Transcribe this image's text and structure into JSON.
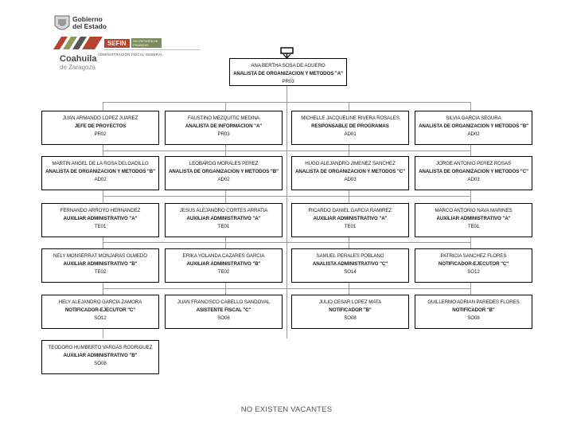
{
  "header": {
    "gov_line1": "Gobierno",
    "gov_line2": "del Estado",
    "sefin_label": "SEFIN",
    "sefin_sub": "SECRETARÍA DE FINANZAS",
    "admin_label": "ADMINISTRACIÓN FISCAL GENERAL",
    "state_name": "Coahuila",
    "state_sub": "de Zaragoza",
    "colors": {
      "red": "#b5452f",
      "olive": "#7a8a5a",
      "gray": "#4a4a4a"
    }
  },
  "root": {
    "name": "ANA BERTHA SOSA DE AGUERO",
    "role": "ANALISTA DE ORGANIZACION Y METODOS \"A\"",
    "code": "PR03"
  },
  "rows": [
    [
      {
        "name": "JUAN ARMANDO LOPEZ JUAREZ",
        "role": "JEFE DE PROYECTOS",
        "code": "PR02"
      },
      {
        "name": "FAUSTINO MEZQUITIC MEDINA",
        "role": "ANALISTA DE INFORMACION \"A\"",
        "code": "PR03"
      },
      {
        "name": "MICHELLE JACQUELINE RIVERA ROSALES",
        "role": "RESPONSABLE DE PROGRAMAS",
        "code": "AD01"
      },
      {
        "name": "SILVIA GARCIA SEGURA",
        "role": "ANALISTA DE ORGANIZACION Y METODOS \"B\"",
        "code": "AD02"
      }
    ],
    [
      {
        "name": "MARTIN ANGEL DE LA ROSA DELGADILLO",
        "role": "ANALISTA DE ORGANIZACION Y METODOS \"B\"",
        "code": "AD02"
      },
      {
        "name": "LEOBARDO MORALES PEREZ",
        "role": "ANALISTA DE ORGANIZACION Y METODOS \"B\"",
        "code": "AD02"
      },
      {
        "name": "HUGO ALEJANDRO JIMENEZ SANCHEZ",
        "role": "ANALISTA DE ORGANIZACION Y METODOS \"C\"",
        "code": "AD03"
      },
      {
        "name": "JORGE ANTONIO PEREZ ROSAS",
        "role": "ANALISTA DE ORGANIZACION Y METODOS \"C\"",
        "code": "AD03"
      }
    ],
    [
      {
        "name": "FERNANDO ARROYO HERNANDEZ",
        "role": "AUXILIAR ADMINISTRATIVO \"A\"",
        "code": "TE01"
      },
      {
        "name": "JESUS ALEJANDRO CORTES ARRATIA",
        "role": "AUXILIAR ADMINISTRATIVO \"A\"",
        "code": "TE01"
      },
      {
        "name": "RICARDO DANIEL GARCIA RAMIREZ",
        "role": "AUXILIAR ADMINISTRATIVO \"A\"",
        "code": "TE01"
      },
      {
        "name": "MARCO ANTONIO NAVA MARINES",
        "role": "AUXILIAR ADMINISTRATIVO \"A\"",
        "code": "TE01"
      }
    ],
    [
      {
        "name": "NELY MONSERRAT MONJARAS OLMEDO",
        "role": "AUXILIAR ADMINISTRATIVO \"B\"",
        "code": "TE02"
      },
      {
        "name": "ERIKA YOLANDA CAZARES GARCIA",
        "role": "AUXILIAR ADMINISTRATIVO \"B\"",
        "code": "TE02"
      },
      {
        "name": "SAMUEL PERALES POBLANO",
        "role": "ANALISTA ADMINISTRATIVO \"C\"",
        "code": "SO14"
      },
      {
        "name": "PATRICIA SANCHEZ FLORES",
        "role": "NOTIFICADOR-EJECUTOR \"C\"",
        "code": "SO12"
      }
    ],
    [
      {
        "name": "HELY ALEJANDRO GARCIA ZAMORA",
        "role": "NOTIFICADOR-EJECUTOR \"C\"",
        "code": "SO12"
      },
      {
        "name": "JUAN FRANCISCO CABELLO SANDOVAL",
        "role": "ASISTENTE FISCAL \"C\"",
        "code": "SO08"
      },
      {
        "name": "JULIO CESAR LOPEZ MATA",
        "role": "NOTIFICADOR \"B\"",
        "code": "SO08"
      },
      {
        "name": "GUILLERMO ADRIAN PAREDES FLORES",
        "role": "NOTIFICADOR \"B\"",
        "code": "SO08"
      }
    ],
    [
      {
        "name": "TEODORO HUMBERTO VARGAS RODRIGUEZ",
        "role": "AUXILIAR ADMINISTRATIVO \"B\"",
        "code": "SO08"
      }
    ]
  ],
  "footer": {
    "note": "NO EXISTEN VACANTES"
  }
}
